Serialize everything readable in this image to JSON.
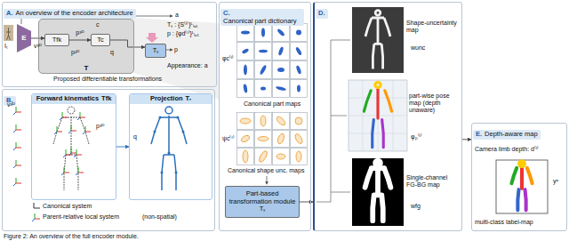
{
  "diagram": {
    "caption": "Figure 2: An overview of the full encoder module.",
    "nodes": [
      {
        "text": [
          "A.",
          "An overview of the encoder architecture"
        ]
      },
      {
        "text": [
          "E"
        ],
        "in": 0
      },
      {
        "text": [
          "T"
        ],
        "in": 0
      },
      {
        "text": [
          "Tfk"
        ],
        "in": 2
      },
      {
        "text": [
          "Tc"
        ],
        "in": 2
      },
      {
        "text": [
          "Tₛ"
        ],
        "in": 0
      },
      {
        "text": [
          "B."
        ]
      },
      {
        "text": [
          "Forward kinematics",
          "Tfk"
        ],
        "in": 6
      },
      {
        "text": [
          "Projection",
          "Tᵣ"
        ],
        "in": 6
      },
      {
        "text": [
          "C.",
          "Canonical part dictionary"
        ]
      },
      {
        "text": [
          "Part-based transformation module",
          "Tₛ"
        ],
        "in": 9
      },
      {
        "text": [
          "D."
        ]
      },
      {
        "text": [
          "E.",
          "Depth-aware map"
        ]
      }
    ],
    "edges": [
      {
        "from": 1,
        "to": 3,
        "arrow": "to",
        "label": "v³ᴰ"
      },
      {
        "from": 3,
        "to": 4,
        "arrow": "to",
        "label": "p³ᴰ"
      },
      {
        "from": 4,
        "to": 5,
        "arrow": "to"
      },
      {
        "from": 7,
        "to": 8,
        "arrow": "to"
      },
      {
        "from": 10,
        "to": 11,
        "arrow": "to"
      },
      {
        "from": 11,
        "to": 12,
        "arrow": "to"
      }
    ],
    "labels": [
      "Iₜ",
      "c",
      "a",
      "p",
      "p²ᴰ",
      "q",
      "Tₛ : {S⁽ˡ⁾}ᴸₗ₌₁",
      "p : {φd⁽ˡ⁾}ᴸₗ₌₁",
      "Appearance: a",
      "Proposed differentiable transformations",
      "v³ᴰ",
      "p³ᴰ",
      "q",
      "Canonical system",
      "Parent-relative local system",
      "(non-spatial)",
      "φc⁽ˡ⁾",
      "Canonical part maps",
      "ψc⁽ˡ⁾",
      "Canonical shape unc. maps",
      "Shape-uncertainty map",
      "wunc",
      "part-wise pose map (depth unaware)",
      "φₚ⁽ˡ⁾",
      "Single-channel FG-BG map",
      "wfg",
      "Camera limb depth: d⁽ˡ⁾",
      "multi-class label-map",
      "yᵖ"
    ]
  }
}
